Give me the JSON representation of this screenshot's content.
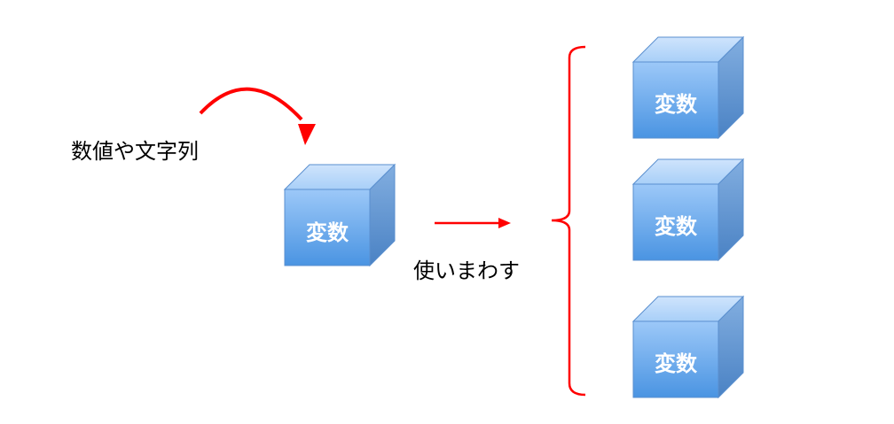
{
  "labels": {
    "source": "数値や文字列",
    "reuse": "使いまわす"
  },
  "cubes": [
    {
      "label": "変数"
    },
    {
      "label": "変数"
    },
    {
      "label": "変数"
    },
    {
      "label": "変数"
    }
  ],
  "colors": {
    "arrow": "#ff0000",
    "cube_front": "#5aa0e8",
    "cube_edge": "#4a86c8"
  }
}
